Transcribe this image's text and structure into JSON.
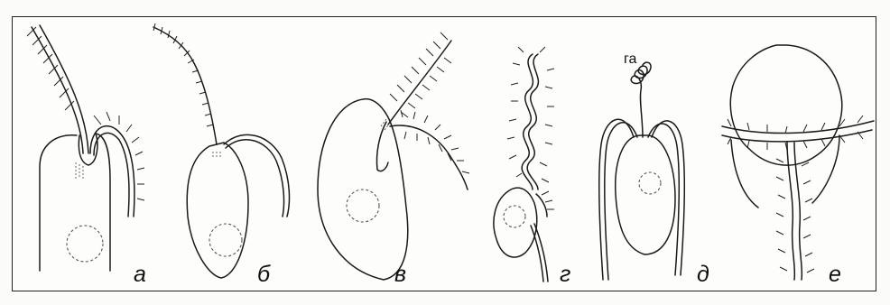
{
  "figure": {
    "panels": [
      {
        "id": "a",
        "label": "а"
      },
      {
        "id": "b",
        "label": "б"
      },
      {
        "id": "v",
        "label": "в"
      },
      {
        "id": "g",
        "label": "г"
      },
      {
        "id": "d",
        "label": "д",
        "annotation": "га"
      },
      {
        "id": "e",
        "label": "е"
      }
    ]
  }
}
